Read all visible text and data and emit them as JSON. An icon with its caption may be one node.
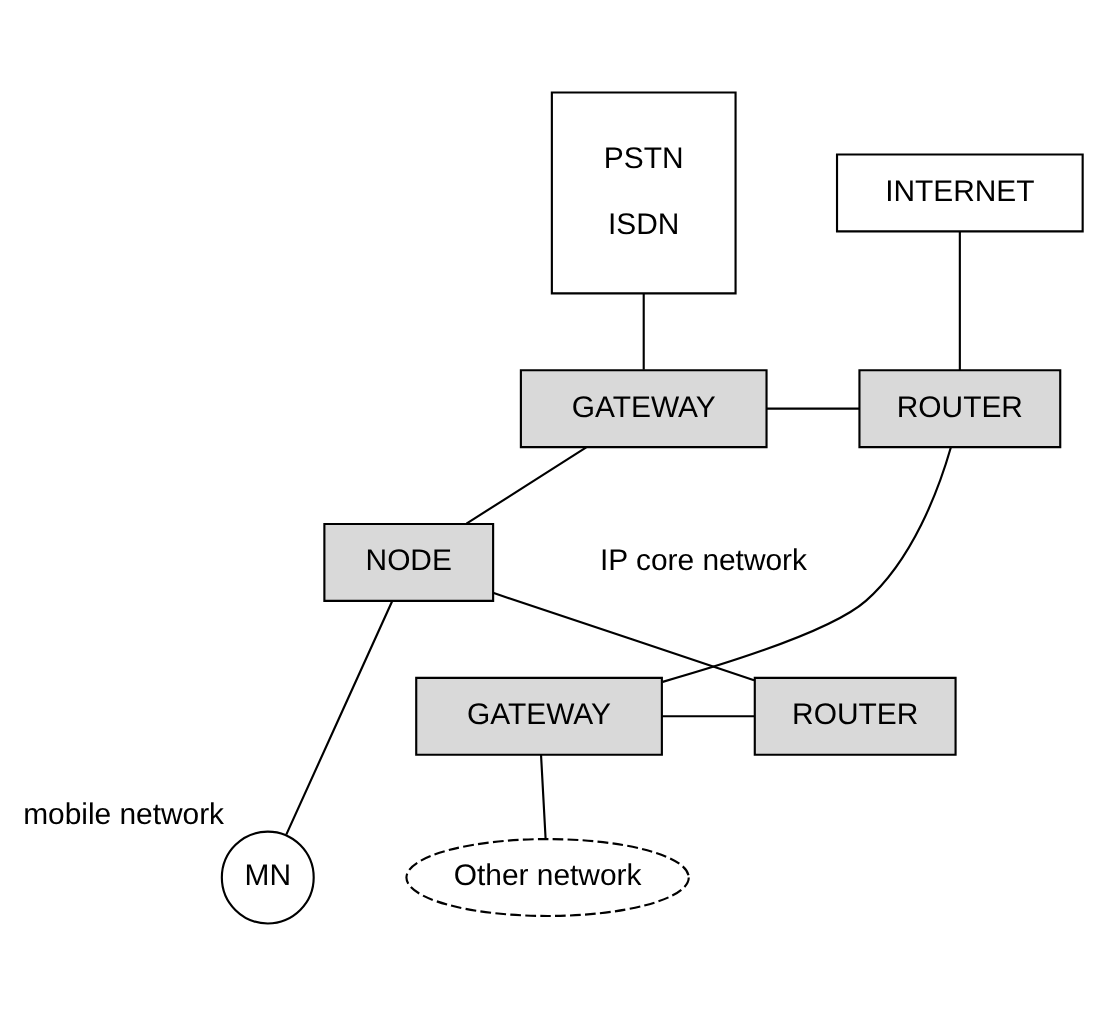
{
  "diagram": {
    "nodes": [
      {
        "text": [
          "PSTN",
          "ISDN"
        ]
      },
      {
        "text": [
          "INTERNET"
        ]
      },
      {
        "text": [
          "GATEWAY"
        ]
      },
      {
        "text": [
          "ROUTER"
        ]
      },
      {
        "text": [
          "NODE"
        ]
      },
      {
        "text": [
          "ROUTER"
        ]
      },
      {
        "text": [
          "GATEWAY"
        ]
      },
      {
        "text": [
          "MN"
        ],
        "beside": [
          "mobile network"
        ]
      },
      {
        "text": [
          "Other network"
        ]
      }
    ],
    "edges": [
      {
        "from": 0,
        "to": 2,
        "arrow": "none"
      },
      {
        "from": 1,
        "to": 3,
        "arrow": "none"
      },
      {
        "from": 2,
        "to": 3,
        "arrow": "none"
      },
      {
        "from": 3,
        "to": 6,
        "arrow": "none"
      },
      {
        "from": 6,
        "to": 5,
        "arrow": "none"
      },
      {
        "from": 5,
        "to": 4,
        "arrow": "none"
      },
      {
        "from": 4,
        "to": 2,
        "arrow": "none"
      },
      {
        "from": 4,
        "to": 7,
        "arrow": "none"
      },
      {
        "from": 6,
        "to": 8,
        "arrow": "none"
      }
    ],
    "labels": [
      "IP core network"
    ]
  }
}
